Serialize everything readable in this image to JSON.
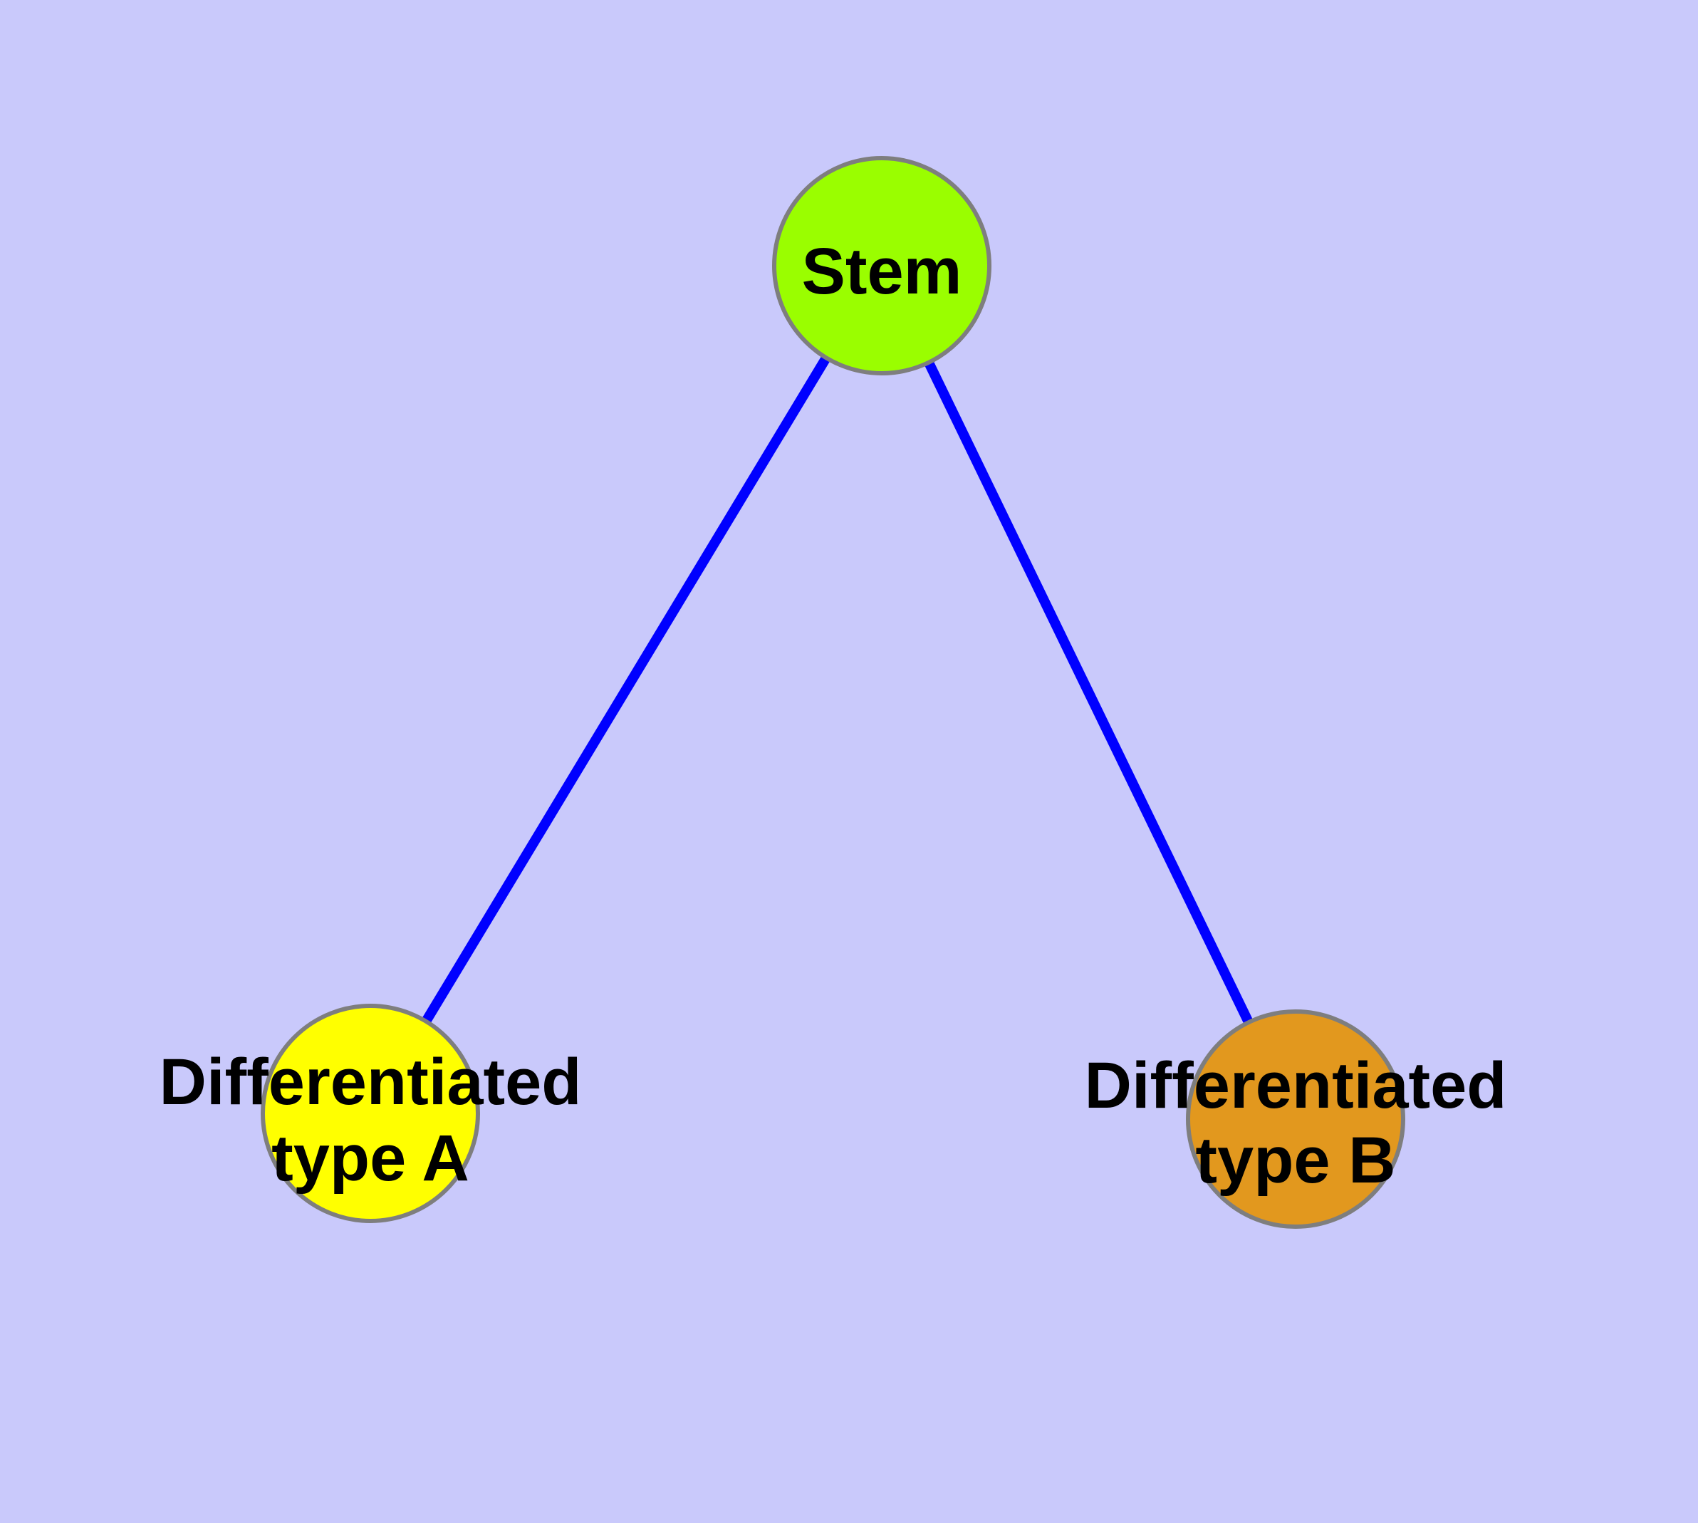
{
  "diagram": {
    "background_color": "#C9C9FB",
    "edge_color": "#0000FF",
    "node_border_color": "#7E7E7E",
    "label_color": "#000000",
    "nodes": [
      {
        "id": "stem",
        "label": "Stem",
        "fill": "#9AFE00"
      },
      {
        "id": "differentiated-type-a",
        "label_line1": "Differentiated",
        "label_line2": "type A",
        "fill": "#FFFF00"
      },
      {
        "id": "differentiated-type-b",
        "label_line1": "Differentiated",
        "label_line2": "type B",
        "fill": "#E2981E"
      }
    ],
    "edges": [
      {
        "from": "stem",
        "to": "differentiated-type-a"
      },
      {
        "from": "stem",
        "to": "differentiated-type-b"
      }
    ]
  }
}
